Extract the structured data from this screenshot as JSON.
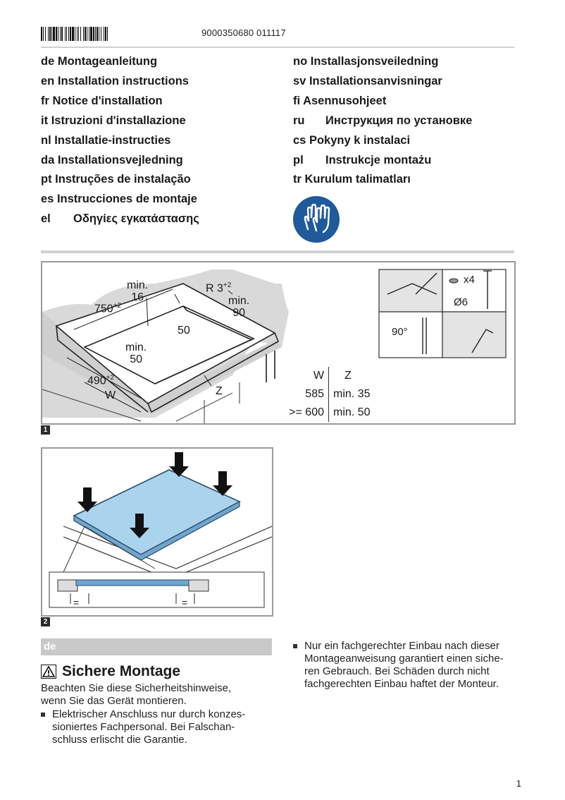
{
  "header": {
    "doc_number": "9000350680 011117"
  },
  "languages_left": [
    {
      "code": "de",
      "text": "Montageanleitung"
    },
    {
      "code": "en",
      "text": "Installation instructions"
    },
    {
      "code": "fr",
      "text": "Notice d'installation"
    },
    {
      "code": "it",
      "text": "Istruzioni d'installazione"
    },
    {
      "code": "nl",
      "text": "Installatie-instructies"
    },
    {
      "code": "da",
      "text": "Installationsvejledning"
    },
    {
      "code": "pt",
      "text": "Instruções de instalação"
    },
    {
      "code": "es",
      "text": "Instrucciones de montaje"
    },
    {
      "code": "el",
      "text": "Οδηγίες εγκατάστασης"
    }
  ],
  "languages_right": [
    {
      "code": "no",
      "text": "Installasjonsveiledning"
    },
    {
      "code": "sv",
      "text": "Installationsanvisningar"
    },
    {
      "code": "fi",
      "text": "Asennusohjeet"
    },
    {
      "code": "ru",
      "text": "Инструкция по установке"
    },
    {
      "code": "cs",
      "text": "Pokyny k instalaci"
    },
    {
      "code": "pl",
      "text": "Instrukcje montażu"
    },
    {
      "code": "tr",
      "text": "Kurulum talimatları"
    }
  ],
  "figure1": {
    "label": "1",
    "dims": {
      "min16_a": "min.",
      "min16_b": "16",
      "radius": "R 3",
      "radius_sup": "+2",
      "w750": "750",
      "w750_sup": "+2",
      "min90_a": "min.",
      "min90_b": "90",
      "d50": "50",
      "min50_a": "min.",
      "min50_b": "50",
      "d490": "490",
      "d490_sup": "+2",
      "w": "W",
      "z": "Z",
      "x4": "x4",
      "dia6": "Ø6",
      "deg90": "90°"
    },
    "table": {
      "headers": [
        "W",
        "Z"
      ],
      "rows": [
        [
          "585",
          "min. 35"
        ],
        [
          ">= 600",
          "min. 50"
        ]
      ]
    }
  },
  "figure2": {
    "label": "2",
    "eq_left": "=",
    "eq_right": "="
  },
  "section": {
    "lang": "de",
    "title": "Sichere Montage",
    "intro": [
      "Beachten Sie diese Sicherheitshinweise,",
      "wenn Sie das Gerät montieren."
    ],
    "bullets_left": [
      [
        "Elektrischer Anschluss nur durch konzes-",
        "sioniertes Fachpersonal. Bei Falschan-",
        "schluss erlischt die Garantie."
      ]
    ],
    "bullets_right": [
      [
        "Nur ein fachgerechter Einbau nach dieser",
        "Montageanweisung garantiert einen siche-",
        "ren Gebrauch. Bei Schäden durch nicht",
        "fachgerechten Einbau haftet der Monteur."
      ]
    ]
  },
  "page_number": "1",
  "colors": {
    "accent_blue": "#1f5a9a",
    "glass_blue": "#aad4ee",
    "frame": "#9a9a9a"
  }
}
